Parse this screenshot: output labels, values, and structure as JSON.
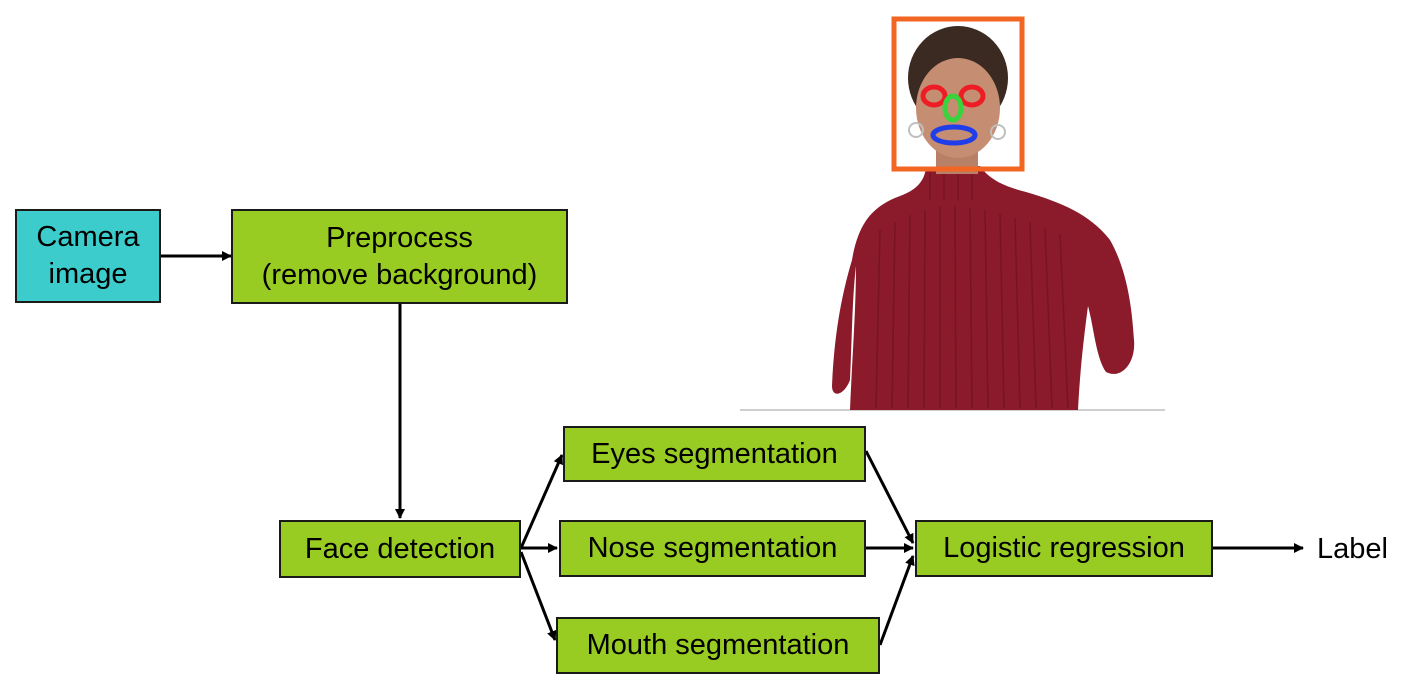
{
  "colors": {
    "input_box": "#3ccccc",
    "process_box": "#99cc22",
    "box_border": "#1a1a1a",
    "arrow": "#000000",
    "face_box": "#f26522",
    "eye_marker": "#ee1c24",
    "nose_marker": "#39d43c",
    "mouth_marker": "#1f3de8",
    "sweater": "#8b1a2a"
  },
  "nodes": {
    "camera_image": {
      "line1": "Camera",
      "line2": "image"
    },
    "preprocess": {
      "line1": "Preprocess",
      "line2": "(remove background)"
    },
    "face_detection": {
      "label": "Face detection"
    },
    "eyes_segmentation": {
      "label": "Eyes segmentation"
    },
    "nose_segmentation": {
      "label": "Nose segmentation"
    },
    "mouth_segmentation": {
      "label": "Mouth segmentation"
    },
    "logistic_regression": {
      "label": "Logistic regression"
    }
  },
  "output": {
    "label": "Label"
  },
  "edges": [
    {
      "from": "camera_image",
      "to": "preprocess"
    },
    {
      "from": "preprocess",
      "to": "face_detection"
    },
    {
      "from": "face_detection",
      "to": "eyes_segmentation"
    },
    {
      "from": "face_detection",
      "to": "nose_segmentation"
    },
    {
      "from": "face_detection",
      "to": "mouth_segmentation"
    },
    {
      "from": "eyes_segmentation",
      "to": "logistic_regression"
    },
    {
      "from": "nose_segmentation",
      "to": "logistic_regression"
    },
    {
      "from": "mouth_segmentation",
      "to": "logistic_regression"
    },
    {
      "from": "logistic_regression",
      "to": "output"
    }
  ],
  "illustration": {
    "subject": "person-in-red-sweater",
    "annotations": [
      "face-bounding-box",
      "eye-ellipses",
      "nose-ellipse",
      "mouth-ellipse"
    ]
  }
}
